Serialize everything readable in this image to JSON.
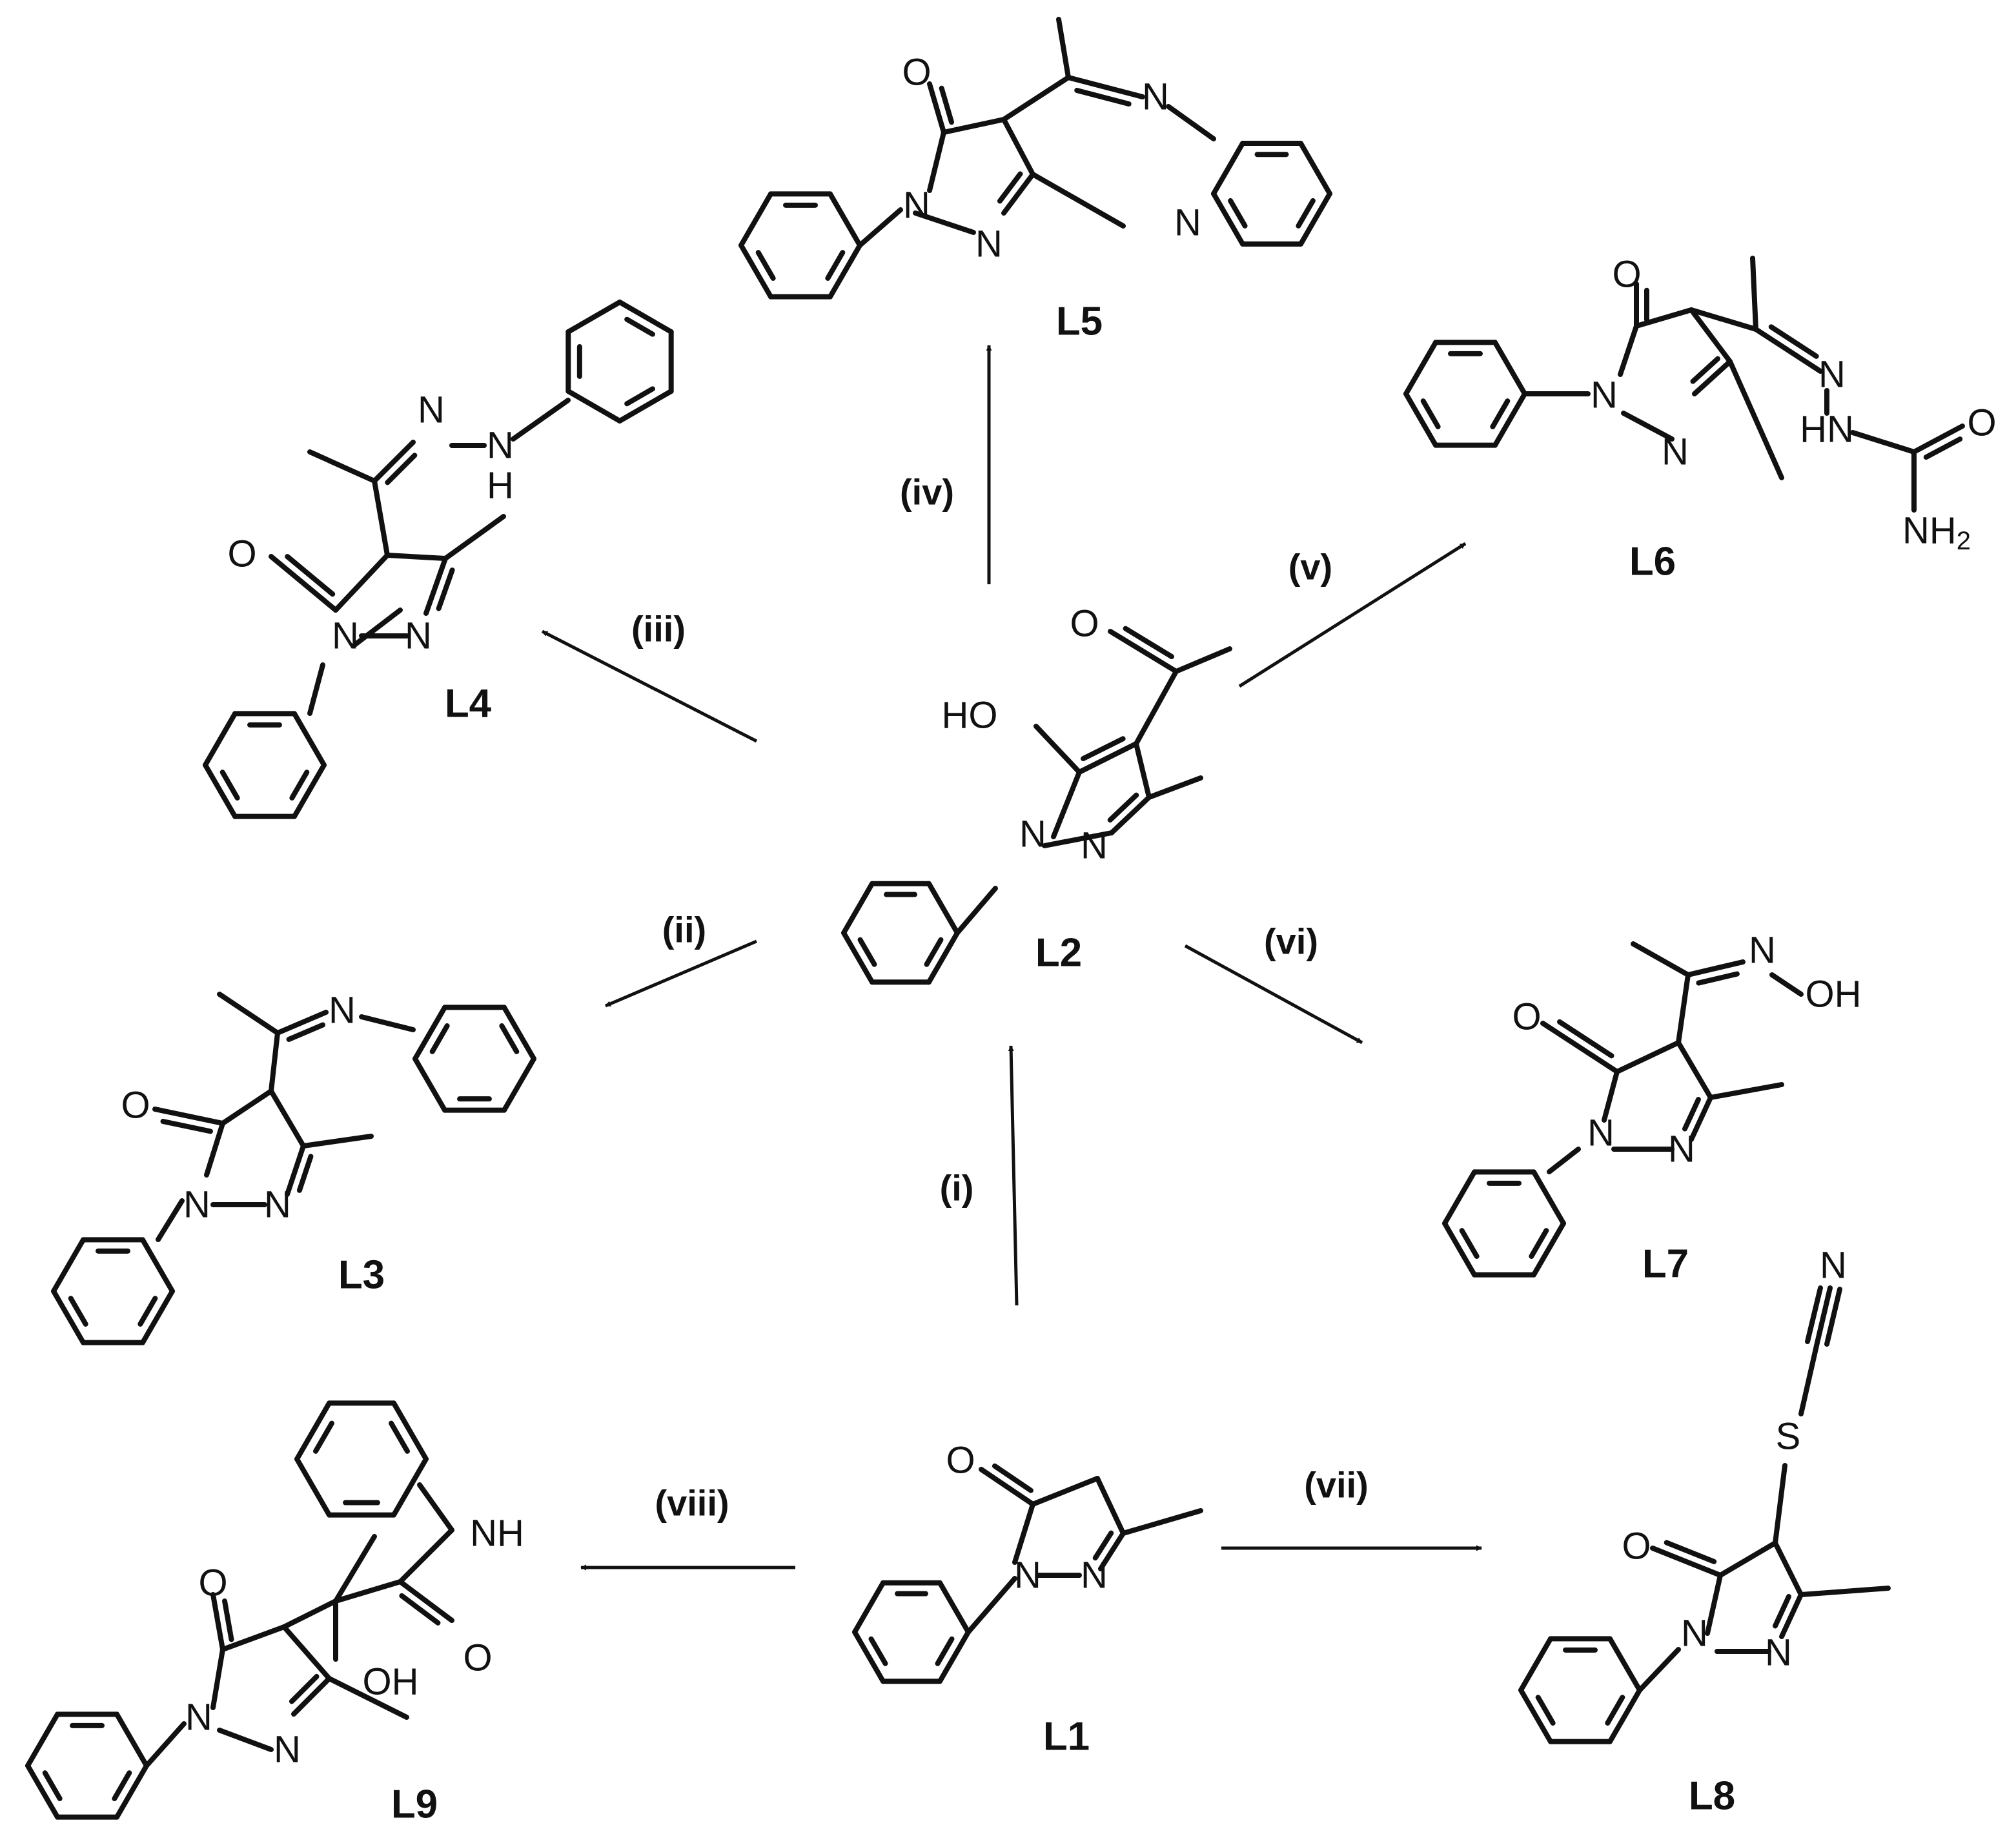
{
  "colors": {
    "ink": "#111111",
    "background": "#ffffff"
  },
  "atoms": {
    "O": "O",
    "N": "N",
    "S": "S",
    "HO": "HO",
    "OH": "OH",
    "NH": "NH",
    "HN": "HN",
    "H": "H",
    "NH2": "NH2"
  },
  "compounds": {
    "L1": "L1",
    "L2": "L2",
    "L3": "L3",
    "L4": "L4",
    "L5": "L5",
    "L6": "L6",
    "L7": "L7",
    "L8": "L8",
    "L9": "L9"
  },
  "steps": {
    "i": "(i)",
    "ii": "(ii)",
    "iii": "(iii)",
    "iv": "(iv)",
    "v": "(v)",
    "vi": "(vi)",
    "vii": "(vii)",
    "viii": "(viii)"
  }
}
